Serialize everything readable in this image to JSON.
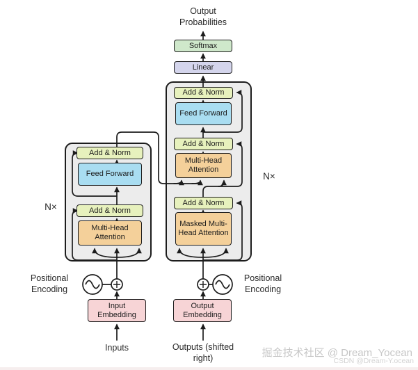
{
  "title_labels": {
    "output_probabilities": "Output Probabilities",
    "inputs": "Inputs",
    "outputs": "Outputs (shifted right)",
    "positional_encoding": "Positional Encoding",
    "n_times": "N×"
  },
  "boxes": {
    "softmax": "Softmax",
    "linear": "Linear",
    "add_norm": "Add & Norm",
    "feed_forward": "Feed Forward",
    "multi_head_attention": "Multi-Head Attention",
    "masked_multi_head_attention": "Masked Multi-Head Attention",
    "input_embedding": "Input Embedding",
    "output_embedding": "Output Embedding"
  },
  "colors": {
    "softmax_bg": "#cfe8cb",
    "linear_bg": "#d4d5ec",
    "add_norm_bg": "#e7f1bd",
    "feed_forward_bg": "#a9ddf1",
    "attention_bg": "#f4d09a",
    "embedding_bg": "#f7d4d6",
    "container_bg": "#ececec",
    "line": "#1c1c1c"
  },
  "watermark": {
    "line1": "掘金技术社区 @ Dream_Yocean",
    "line2": "CSDN @Dream-Y.ocean"
  }
}
